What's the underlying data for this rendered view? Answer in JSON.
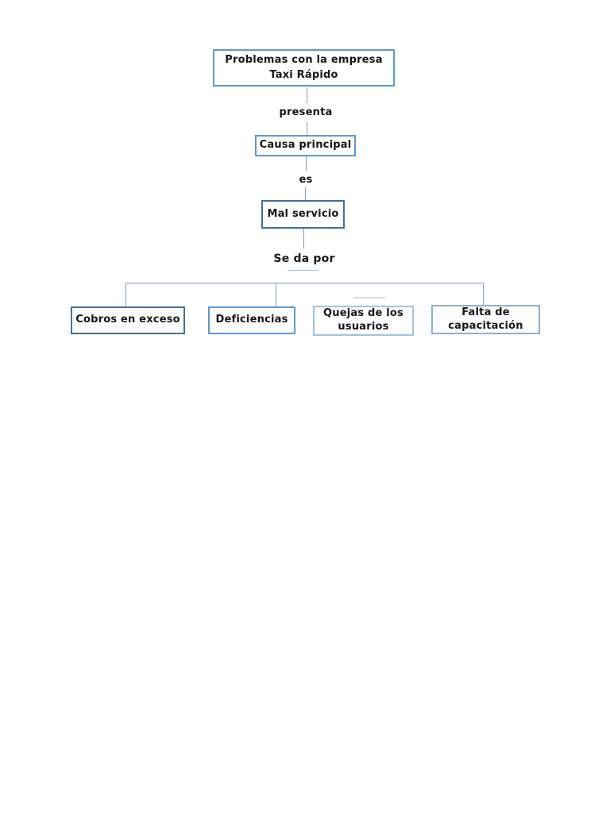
{
  "diagram": {
    "nodes": {
      "problemas": {
        "label": "Problemas con la empresa\nTaxi Rápido"
      },
      "causa": {
        "label": "Causa principal"
      },
      "mal": {
        "label": "Mal servicio"
      },
      "cobros": {
        "label": "Cobros en exceso"
      },
      "deficiencias": {
        "label": "Deficiencias"
      },
      "quejas": {
        "label": "Quejas de los\nusuarios"
      },
      "falta": {
        "label": "Falta de\ncapacitación"
      }
    },
    "edge_labels": {
      "presenta": "presenta",
      "es": "es",
      "se_da_por": "Se da por"
    },
    "colors": {
      "page_background": "#ffffff",
      "box_border_medium": "#5b9bd5",
      "box_border_dark": "#41719c",
      "box_border_soft": "#8faadc",
      "box_border_light": "#9dc3e6",
      "connector_line": "#7f9cc9",
      "connector_line_faint": "#aac4e4",
      "connector_line_fainter": "#ccdcef",
      "text": "#161616"
    }
  }
}
